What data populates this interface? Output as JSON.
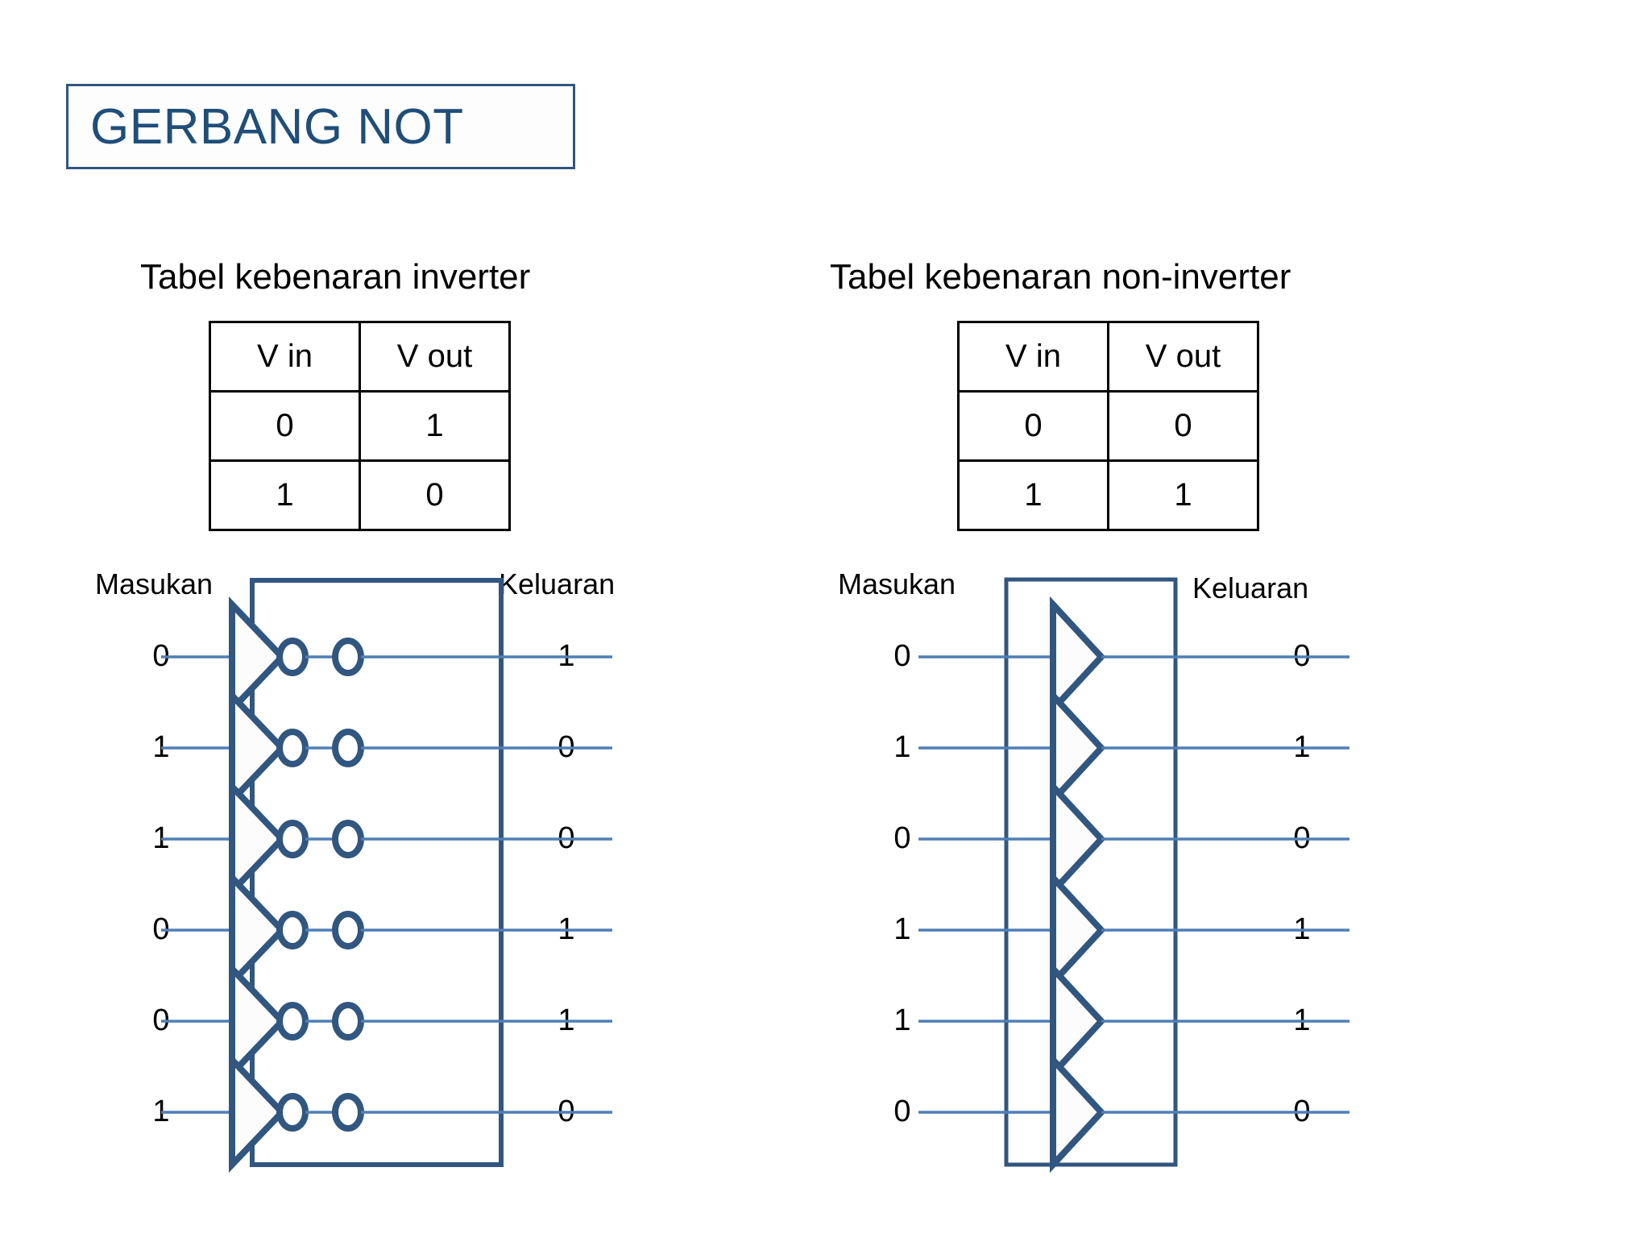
{
  "slide": {
    "title": "GERBANG NOT",
    "title_color": "#1f4e79",
    "accent_color": "#31567f",
    "wire_color": "#4f7fb5",
    "background": "#ffffff"
  },
  "left_section": {
    "caption": "Tabel kebenaran inverter",
    "table": {
      "headers": [
        "V in",
        "V out"
      ],
      "rows": [
        [
          "0",
          "1"
        ],
        [
          "1",
          "0"
        ]
      ]
    },
    "diagram": {
      "input_label": "Masukan",
      "output_label": "Keluaran",
      "gate_type": "inverter",
      "inputs": [
        "0",
        "1",
        "1",
        "0",
        "0",
        "1"
      ],
      "outputs": [
        "1",
        "0",
        "0",
        "1",
        "1",
        "0"
      ]
    }
  },
  "right_section": {
    "caption": "Tabel kebenaran non-inverter",
    "table": {
      "headers": [
        "V in",
        "V out"
      ],
      "rows": [
        [
          "0",
          "0"
        ],
        [
          "1",
          "1"
        ]
      ]
    },
    "diagram": {
      "input_label": "Masukan",
      "output_label": "Keluaran",
      "gate_type": "buffer",
      "inputs": [
        "0",
        "1",
        "0",
        "1",
        "1",
        "0"
      ],
      "outputs": [
        "0",
        "1",
        "0",
        "1",
        "1",
        "0"
      ]
    }
  },
  "chart_data": {
    "type": "table",
    "title": "GERBANG NOT",
    "tables": [
      {
        "name": "Tabel kebenaran inverter",
        "columns": [
          "V in",
          "V out"
        ],
        "rows": [
          [
            "0",
            "1"
          ],
          [
            "1",
            "0"
          ]
        ]
      },
      {
        "name": "Tabel kebenaran non-inverter",
        "columns": [
          "V in",
          "V out"
        ],
        "rows": [
          [
            "0",
            "0"
          ],
          [
            "1",
            "1"
          ]
        ]
      }
    ],
    "diagrams": [
      {
        "name": "inverter-array",
        "input_label": "Masukan",
        "output_label": "Keluaran",
        "inputs": [
          "0",
          "1",
          "1",
          "0",
          "0",
          "1"
        ],
        "outputs": [
          "1",
          "0",
          "0",
          "1",
          "1",
          "0"
        ],
        "gates": 6
      },
      {
        "name": "non-inverter-array",
        "input_label": "Masukan",
        "output_label": "Keluaran",
        "inputs": [
          "0",
          "1",
          "0",
          "1",
          "1",
          "0"
        ],
        "outputs": [
          "0",
          "1",
          "0",
          "1",
          "1",
          "0"
        ],
        "gates": 6
      }
    ]
  }
}
